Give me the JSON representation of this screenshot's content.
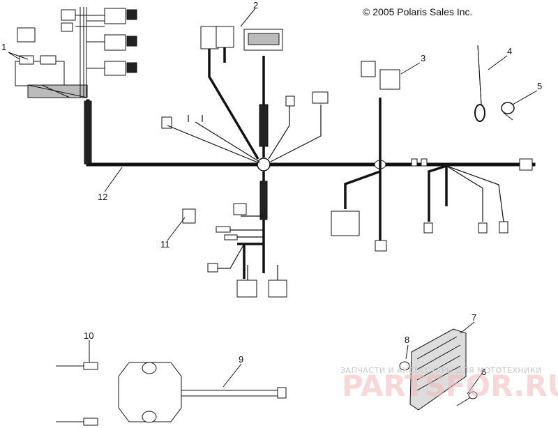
{
  "copyright": "© 2005 Polaris Sales Inc.",
  "callouts": [
    "1",
    "2",
    "3",
    "4",
    "5",
    "6",
    "7",
    "8",
    "9",
    "10",
    "11",
    "12"
  ],
  "watermark": {
    "line1": "ЗАПЧАСТИ И АКСЕССУАРЫ ДЛЯ МОТОТЕХНИКИ",
    "line2": "PARTSFOR.RU",
    "color": "#f2b8b8"
  }
}
